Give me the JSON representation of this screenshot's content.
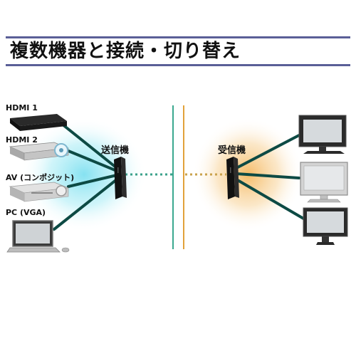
{
  "title": "複数機器と接続・切り替え",
  "sources": [
    {
      "label": "HDMI 1"
    },
    {
      "label": "HDMI 2"
    },
    {
      "label": "AV (コンポジット)"
    },
    {
      "label": "PC (VGA)"
    }
  ],
  "transmitter": {
    "label": "送信機"
  },
  "receiver": {
    "label": "受信機"
  },
  "colors": {
    "title_rule": "#5a5f97",
    "cable": "#0d4a44",
    "signal": "#3aa08a",
    "tx_glow": "#7fe0f0",
    "rx_glow": "#f5b860",
    "divider_teal": "#3aa88e",
    "divider_orange": "#e2a23a"
  }
}
